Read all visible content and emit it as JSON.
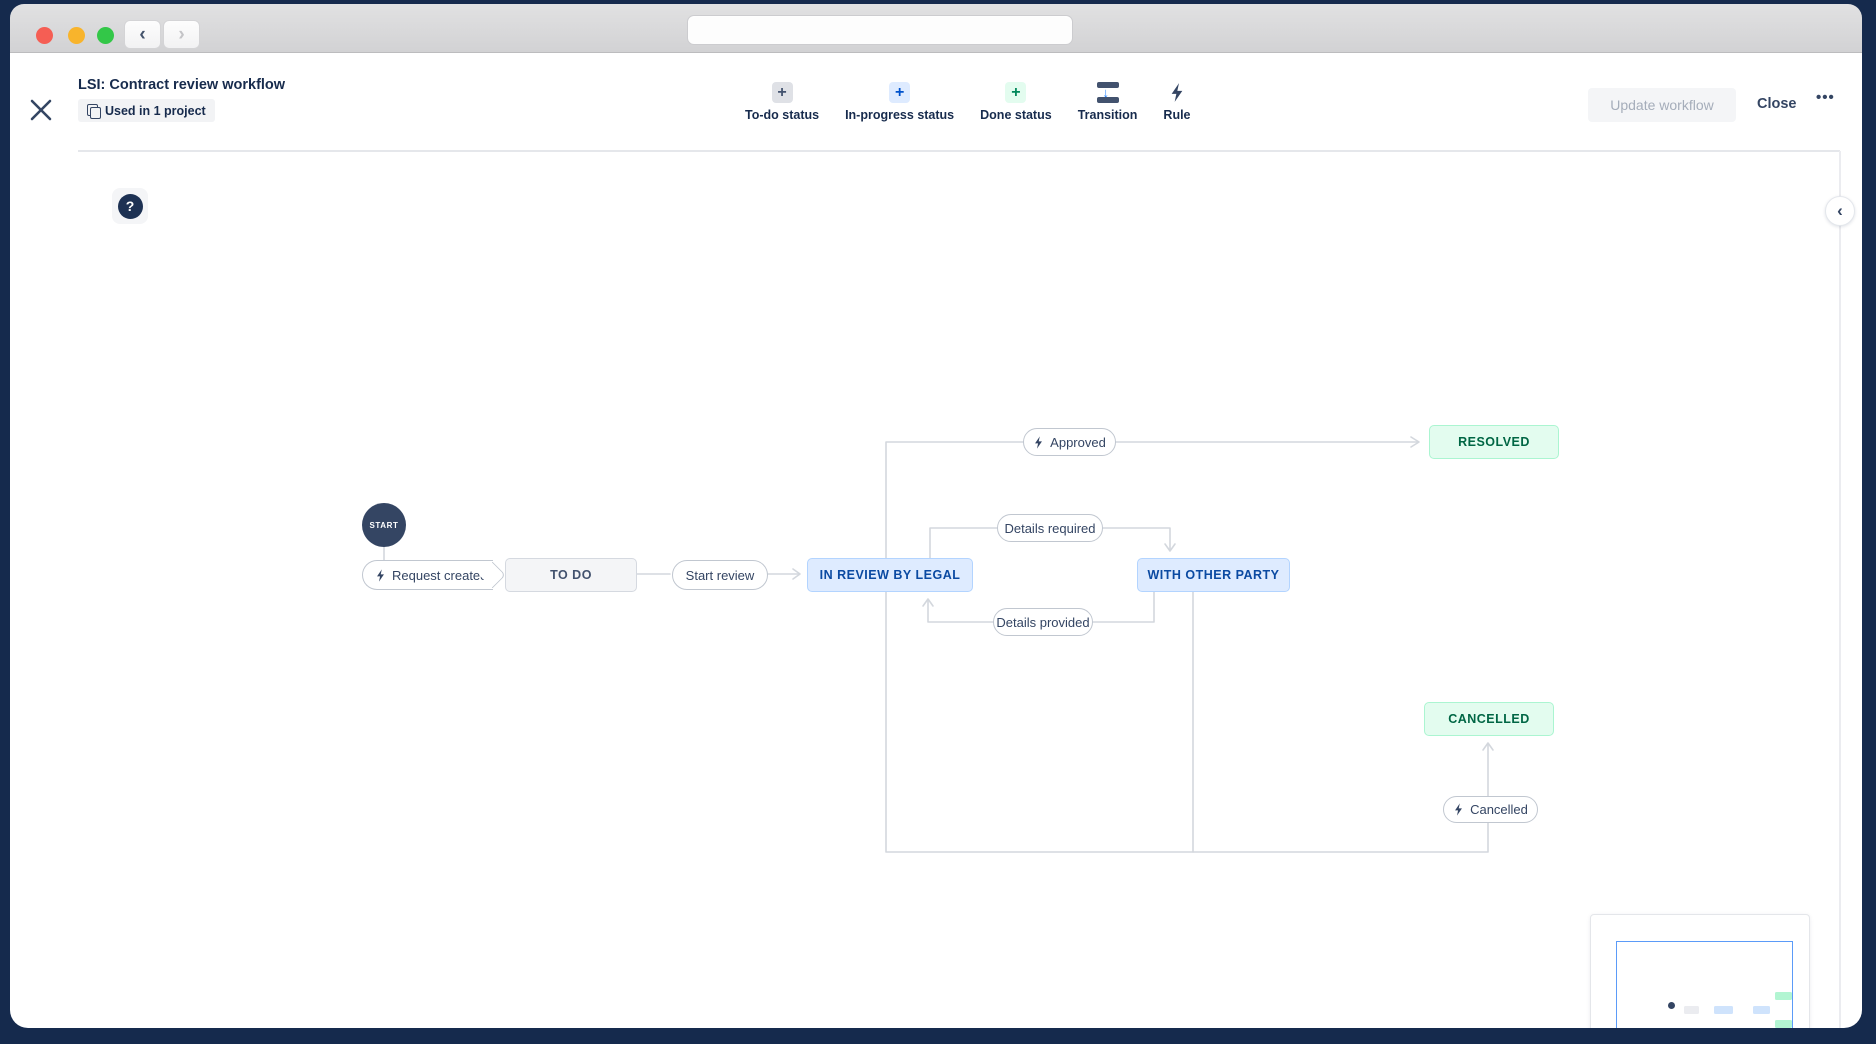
{
  "window": {
    "back_icon": "‹",
    "forward_icon": "›",
    "url_value": ""
  },
  "header": {
    "title": "LSI: Contract review workflow",
    "badge": "Used in 1 project",
    "update_label": "Update workflow",
    "close_label": "Close",
    "more_icon": "•••",
    "close_icon": "✕"
  },
  "toolbar": {
    "items": [
      {
        "label": "To-do status",
        "icon": "todo-plus-icon"
      },
      {
        "label": "In-progress status",
        "icon": "inprogress-plus-icon"
      },
      {
        "label": "Done status",
        "icon": "done-plus-icon"
      },
      {
        "label": "Transition",
        "icon": "transition-icon"
      },
      {
        "label": "Rule",
        "icon": "rule-bolt-icon"
      }
    ],
    "transition_arrow_icon": "↓"
  },
  "canvas": {
    "help_icon": "?",
    "collapse_icon": "‹"
  },
  "diagram": {
    "start_label": "START",
    "statuses": [
      {
        "label": "TO DO",
        "category": "todo"
      },
      {
        "label": "IN REVIEW BY LEGAL",
        "category": "in-progress"
      },
      {
        "label": "WITH OTHER PARTY",
        "category": "in-progress"
      },
      {
        "label": "RESOLVED",
        "category": "done"
      },
      {
        "label": "CANCELLED",
        "category": "done"
      }
    ],
    "transitions": [
      {
        "label": "Request created",
        "has_rule": true
      },
      {
        "label": "Start review",
        "has_rule": false
      },
      {
        "label": "Approved",
        "has_rule": true
      },
      {
        "label": "Details required",
        "has_rule": false
      },
      {
        "label": "Details provided",
        "has_rule": false
      },
      {
        "label": "Cancelled",
        "has_rule": true
      }
    ]
  },
  "colors": {
    "frame_navy": "#152a4d",
    "text_navy": "#172b4d",
    "todo_bg": "#f4f5f7",
    "inprogress_bg": "#deebff",
    "inprogress_border": "#b3d4ff",
    "done_bg": "#e3fcef",
    "done_border": "#abf5d1",
    "done_text": "#006644",
    "connector_gray": "#d3d7dd",
    "minimap_viewport_blue": "#5b9bf8",
    "traffic_red": "#f55e54",
    "traffic_yellow": "#f8b42c",
    "traffic_green": "#33c748"
  }
}
